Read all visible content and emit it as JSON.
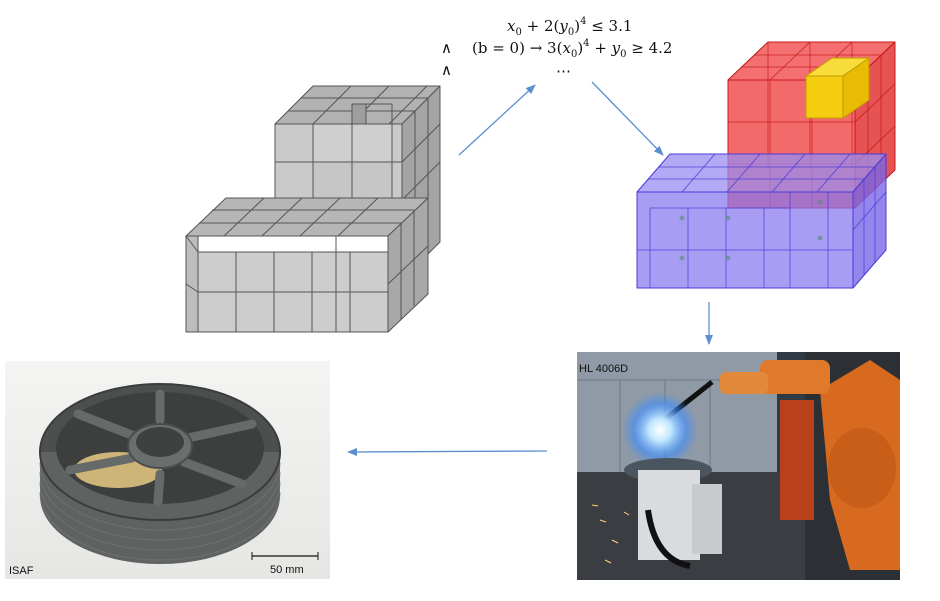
{
  "constraints": {
    "connector": "∧",
    "line1": {
      "x": "x",
      "x_sub": "0",
      "mid": " + 2(",
      "y": "y",
      "y_sub": "0",
      "pow": "4",
      "rhs": " ≤ 3.1"
    },
    "line2": {
      "b": "(b = 0) → 3(",
      "x": "x",
      "x_sub": "0",
      "pow": "4",
      "mid": " + ",
      "y": "y",
      "y_sub": "0",
      "rhs": " ≥ 4.2"
    },
    "line3": "⋯"
  },
  "photo_part": {
    "watermark": "ISAF",
    "scale_label": "50 mm"
  },
  "photo_robot": {
    "machine_label": "HL 4006D"
  },
  "colors": {
    "voxel_gray": "#c9c9c9",
    "voxel_edge": "#555555",
    "red_block": "#ee3333",
    "yellow_voxel": "#f4cc10",
    "purple_block": "#8877ee",
    "arrow": "#5b8fcf"
  }
}
